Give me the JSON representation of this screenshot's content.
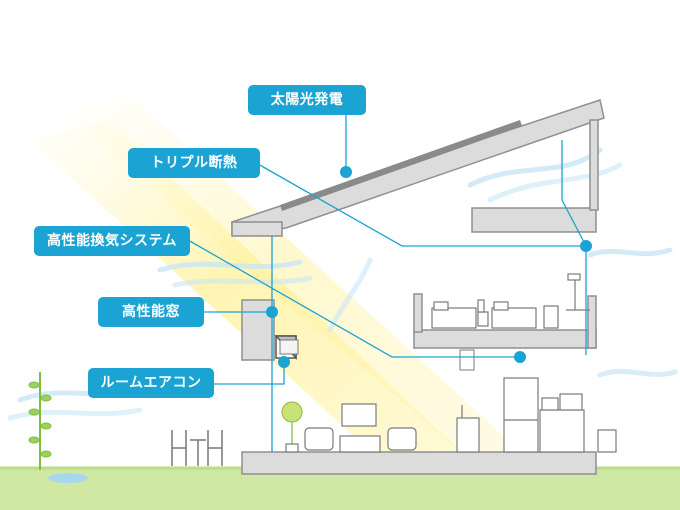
{
  "labels": {
    "solar": "太陽光発電",
    "triple_insulation": "トリプル断熱",
    "ventilation": "高性能換気システム",
    "window": "高性能窓",
    "room_aircon": "ルームエアコン"
  },
  "colors": {
    "accent": "#1aa3d3",
    "house_fill": "#dcdcdc",
    "house_stroke": "#8f8f8f",
    "sunlight": "#fff3a6",
    "grass": "#cfe8a4",
    "airflow": "#bfe3f4"
  }
}
